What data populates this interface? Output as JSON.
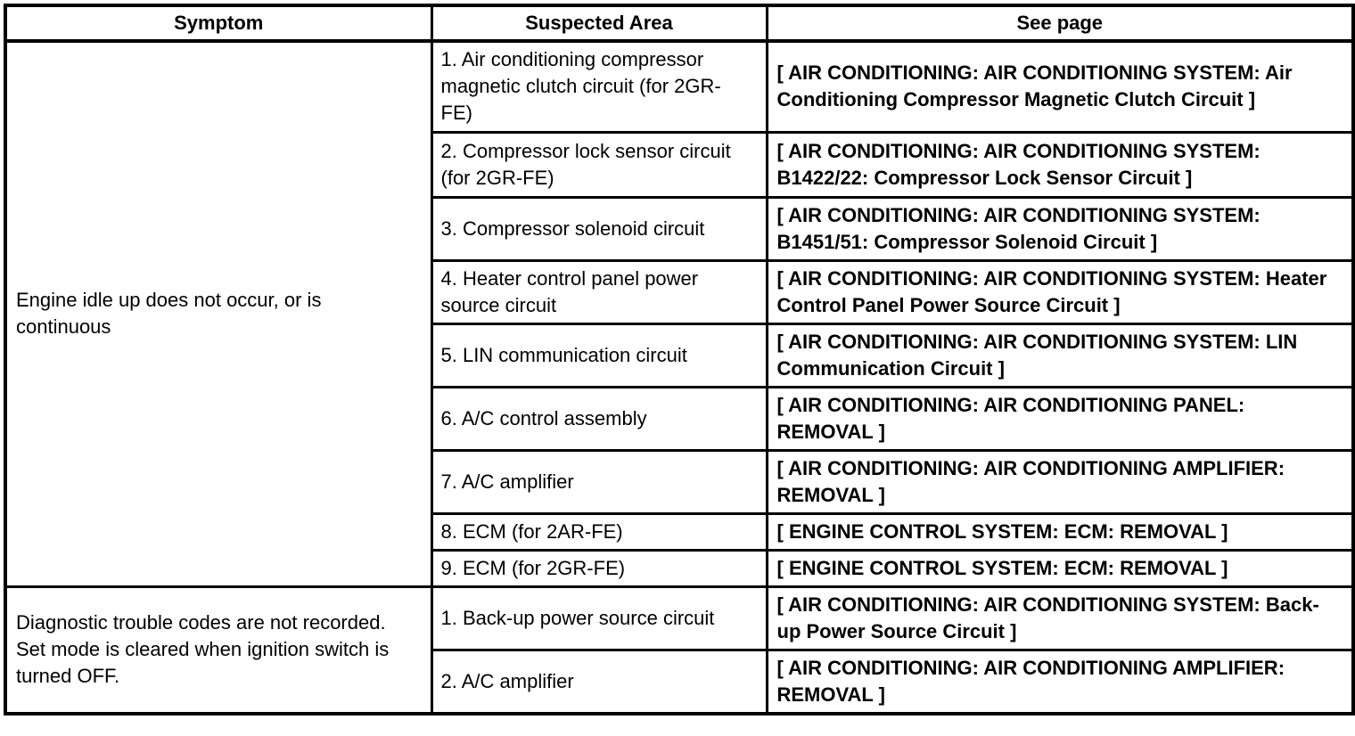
{
  "table": {
    "columns": [
      "Symptom",
      "Suspected Area",
      "See page"
    ],
    "colors": {
      "border": "#000000",
      "text": "#000000",
      "background": "#ffffff"
    },
    "groups": [
      {
        "symptom": "Engine idle up does not occur, or is continuous",
        "rows": [
          {
            "area": "1. Air conditioning compressor magnetic clutch circuit (for 2GR-FE)",
            "page": "[ AIR CONDITIONING: AIR CONDITIONING SYSTEM: Air Conditioning Compressor Magnetic Clutch Circuit ]"
          },
          {
            "area": "2. Compressor lock sensor circuit (for 2GR-FE)",
            "page": "[ AIR CONDITIONING: AIR CONDITIONING SYSTEM: B1422/22: Compressor Lock Sensor Circuit ]"
          },
          {
            "area": "3. Compressor solenoid circuit",
            "page": "[ AIR CONDITIONING: AIR CONDITIONING SYSTEM: B1451/51: Compressor Solenoid Circuit ]"
          },
          {
            "area": "4. Heater control panel power source circuit",
            "page": "[ AIR CONDITIONING: AIR CONDITIONING SYSTEM: Heater Control Panel Power Source Circuit ]"
          },
          {
            "area": "5. LIN communication circuit",
            "page": "[ AIR CONDITIONING: AIR CONDITIONING SYSTEM: LIN Communication Circuit ]"
          },
          {
            "area": "6. A/C control assembly",
            "page": "[ AIR CONDITIONING: AIR CONDITIONING PANEL: REMOVAL ]"
          },
          {
            "area": "7. A/C amplifier",
            "page": "[ AIR CONDITIONING: AIR CONDITIONING AMPLIFIER: REMOVAL ]"
          },
          {
            "area": "8. ECM (for 2AR-FE)",
            "page": "[ ENGINE CONTROL SYSTEM: ECM: REMOVAL ]"
          },
          {
            "area": "9. ECM (for 2GR-FE)",
            "page": "[ ENGINE CONTROL SYSTEM: ECM: REMOVAL ]"
          }
        ]
      },
      {
        "symptom": "Diagnostic trouble codes are not recorded. Set mode is cleared when ignition switch is turned OFF.",
        "rows": [
          {
            "area": "1. Back-up power source circuit",
            "page": "[ AIR CONDITIONING: AIR CONDITIONING SYSTEM: Back-up Power Source Circuit ]"
          },
          {
            "area": "2. A/C amplifier",
            "page": "[ AIR CONDITIONING: AIR CONDITIONING AMPLIFIER: REMOVAL ]"
          }
        ]
      }
    ]
  }
}
